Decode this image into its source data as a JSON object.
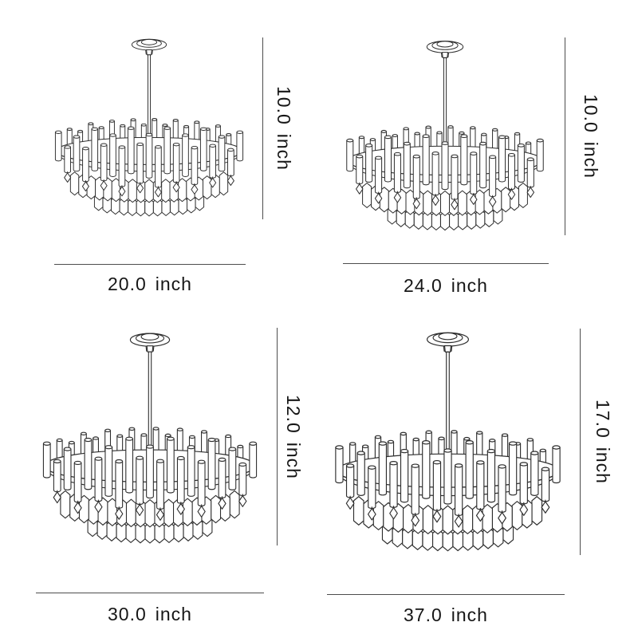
{
  "diagram": {
    "unit": "inch",
    "variants": [
      {
        "width_in": "20.0",
        "height_in": "10.0"
      },
      {
        "width_in": "24.0",
        "height_in": "10.0"
      },
      {
        "width_in": "30.0",
        "height_in": "12.0"
      },
      {
        "width_in": "37.0",
        "height_in": "17.0"
      }
    ],
    "colors": {
      "background": "#ffffff",
      "artwork_line": "#2e2e2e",
      "dimension_line": "#4d4d4d",
      "text": "#161616"
    }
  }
}
